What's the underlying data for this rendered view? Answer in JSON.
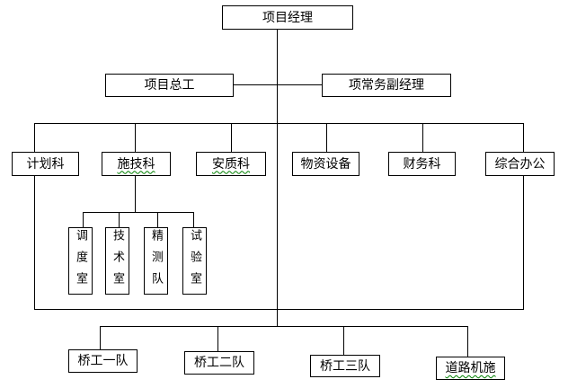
{
  "diagram": {
    "type": "org-chart",
    "background_color": "#ffffff",
    "line_color": "#000000",
    "spellcheck_underline_color": "#008000",
    "root": {
      "label": "项目经理"
    },
    "deputies": [
      {
        "label": "项目总工"
      },
      {
        "label": "项常务副经理"
      }
    ],
    "departments": [
      {
        "label": "计划科"
      },
      {
        "label": "施技科",
        "spellcheck_underline": true
      },
      {
        "label": "安质科",
        "spellcheck_underline": true
      },
      {
        "label": "物资设备"
      },
      {
        "label": "财务科"
      },
      {
        "label": "综合办公"
      }
    ],
    "tech_sub_units": [
      {
        "label": "调度室",
        "orientation": "vertical"
      },
      {
        "label": "技术室",
        "orientation": "vertical"
      },
      {
        "label": "精测队",
        "orientation": "vertical"
      },
      {
        "label": "试验室",
        "orientation": "vertical"
      }
    ],
    "field_teams": [
      {
        "label": "桥工一队"
      },
      {
        "label": "桥工二队"
      },
      {
        "label": "桥工三队"
      },
      {
        "label": "道路机施",
        "spellcheck_underline": true
      }
    ]
  }
}
